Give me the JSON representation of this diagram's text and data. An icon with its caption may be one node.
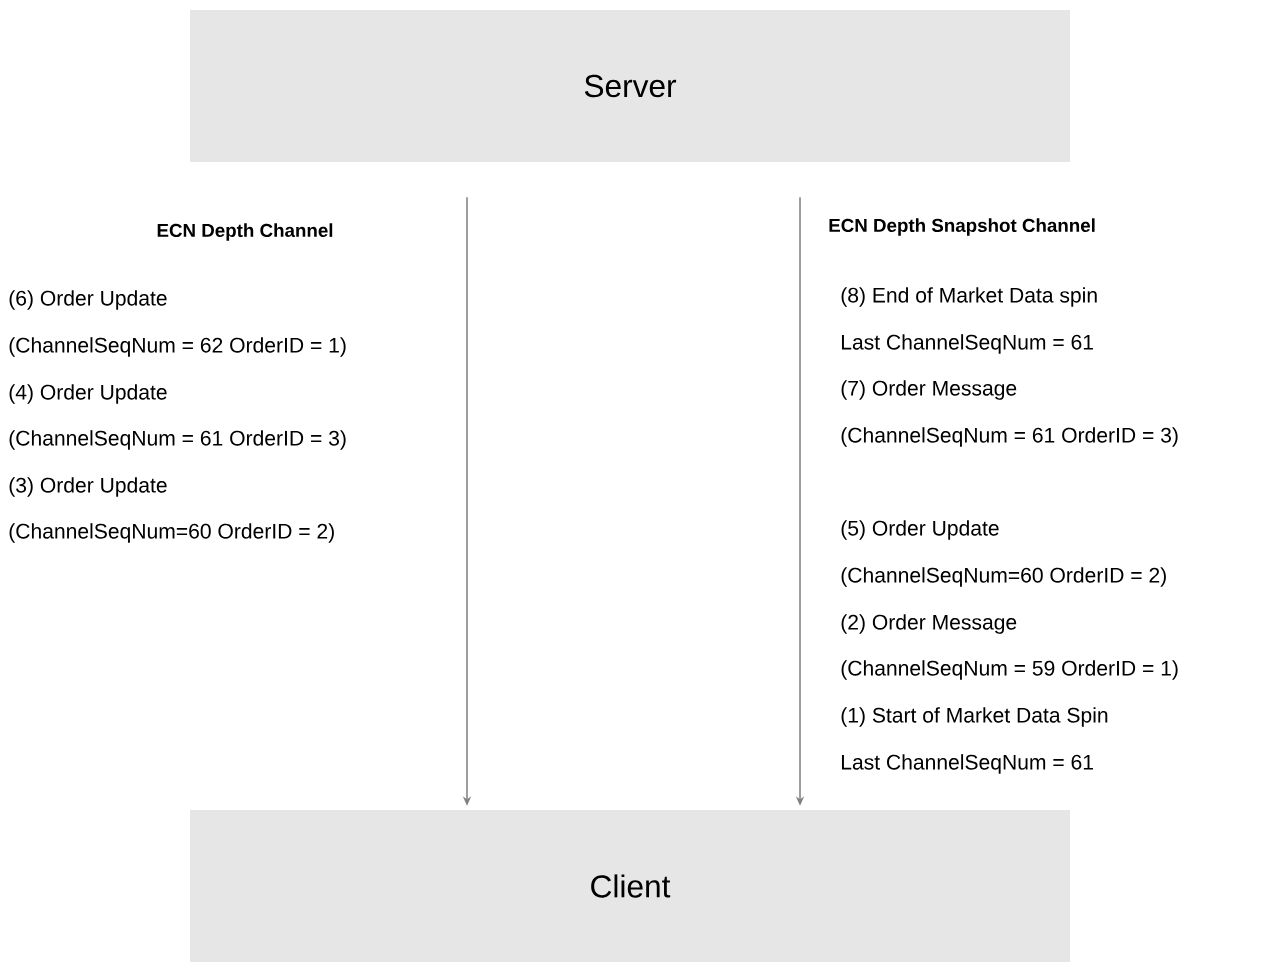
{
  "diagram": {
    "nodes": [
      {
        "text": [
          "Server"
        ]
      },
      {
        "text": [
          "Client"
        ]
      }
    ],
    "edges": [
      {
        "from": 0,
        "to": 1,
        "arrow": "to"
      },
      {
        "from": 0,
        "to": 1,
        "arrow": "to"
      }
    ],
    "labels": [
      "ECN Depth Channel",
      "ECN Depth Snapshot Channel",
      "(6) Order Update",
      "(ChannelSeqNum = 62 OrderID = 1)",
      "(4) Order Update",
      "(ChannelSeqNum = 61 OrderID = 3)",
      "(3) Order Update",
      "(ChannelSeqNum=60 OrderID = 2)",
      "(8) End of Market Data spin",
      "Last ChannelSeqNum = 61",
      "(7) Order Message",
      "(ChannelSeqNum = 61 OrderID = 3)",
      "(5) Order Update",
      "(ChannelSeqNum=60 OrderID = 2)",
      "(2) Order Message",
      "(ChannelSeqNum = 59 OrderID = 1)",
      "(1)  Start of Market Data Spin",
      "Last ChannelSeqNum = 61"
    ]
  }
}
